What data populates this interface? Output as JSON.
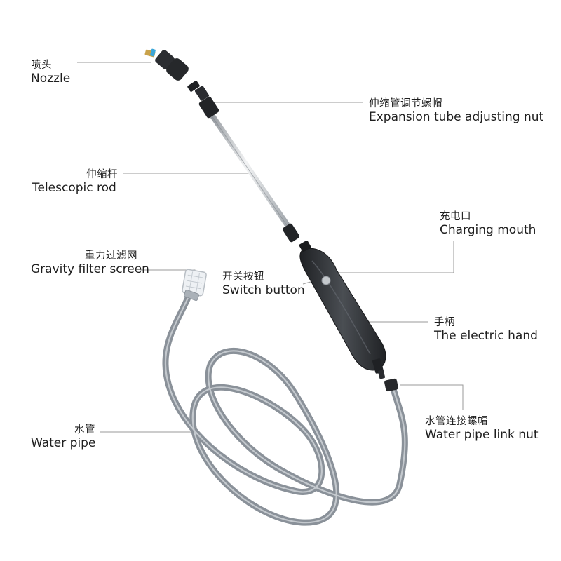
{
  "labels": {
    "nozzle": {
      "zh": "喷头",
      "en": "Nozzle"
    },
    "adjusting_nut": {
      "zh": "伸缩管调节螺帽",
      "en": "Expansion tube adjusting nut"
    },
    "telescopic_rod": {
      "zh": "伸缩杆",
      "en": "Telescopic rod"
    },
    "charging_mouth": {
      "zh": "充电口",
      "en": "Charging mouth"
    },
    "filter_screen": {
      "zh": "重力过滤网",
      "en": "Gravity filter screen"
    },
    "switch_button": {
      "zh": "开关按钮",
      "en": "Switch button"
    },
    "handle": {
      "zh": "手柄",
      "en": "The electric hand"
    },
    "water_pipe": {
      "zh": "水管",
      "en": "Water pipe"
    },
    "pipe_link_nut": {
      "zh": "水管连接螺帽",
      "en": "Water pipe link nut"
    }
  },
  "colors": {
    "leader_line": "#9a9a9a",
    "hose": "#8d949c",
    "handle": "#3a3d41",
    "rod": "#c9ccd0"
  }
}
